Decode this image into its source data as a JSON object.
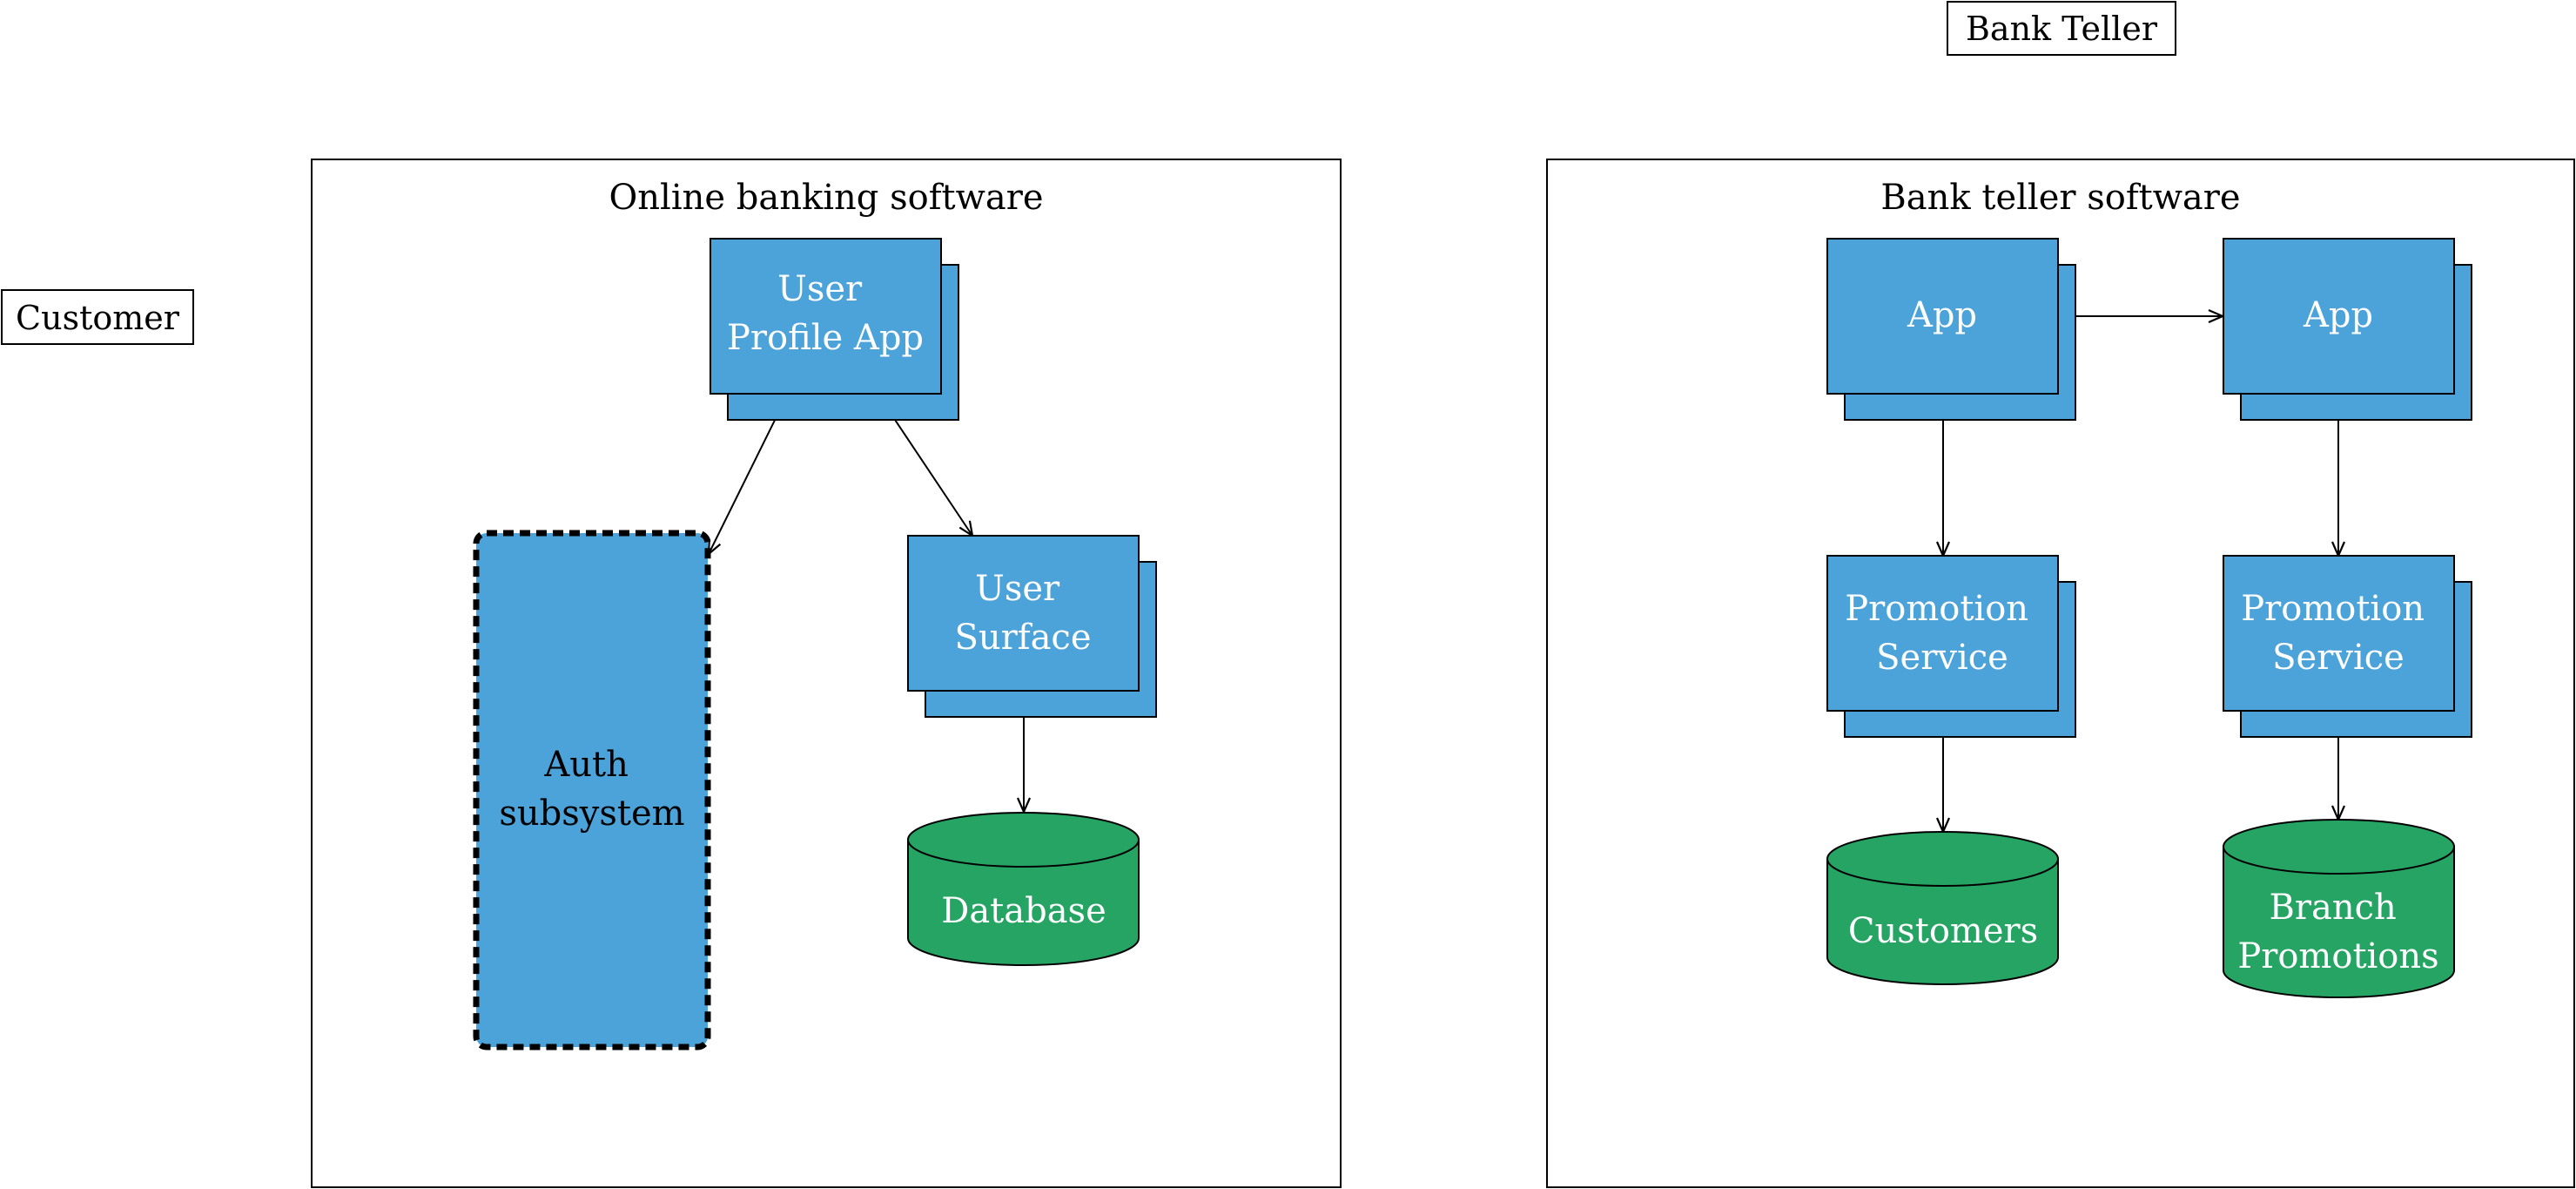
{
  "actors": {
    "customer": "Customer",
    "bank_teller": "Bank Teller"
  },
  "online_banking": {
    "title": "Online banking software",
    "user_profile_app": [
      "User",
      "Profile App"
    ],
    "auth_subsystem": [
      "Auth",
      "subsystem"
    ],
    "user_surface": [
      "User",
      "Surface"
    ],
    "database": [
      "Database"
    ]
  },
  "bank_teller_software": {
    "title": "Bank teller software",
    "app_left": [
      "App"
    ],
    "app_right": [
      "App"
    ],
    "promotion_left": [
      "Promotion",
      "Service"
    ],
    "promotion_right": [
      "Promotion",
      "Service"
    ],
    "customers_db": [
      "Customers"
    ],
    "branch_promotions_db": [
      "Branch",
      "Promotions"
    ]
  },
  "colors": {
    "service_fill": "#4ba3da",
    "database_fill": "#26a463",
    "stroke": "#000000",
    "text_on_fill": "#ffffff"
  }
}
